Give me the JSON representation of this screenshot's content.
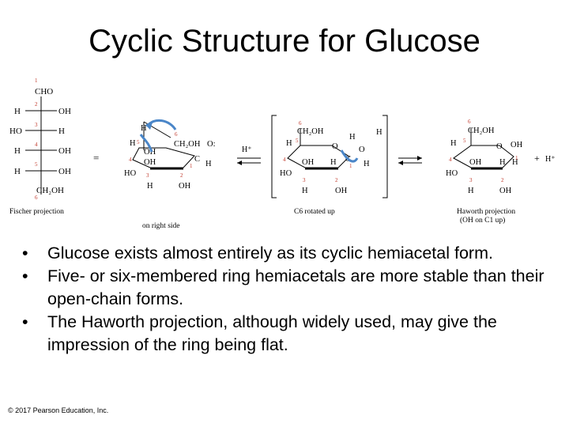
{
  "slide": {
    "title": "Cyclic Structure for Glucose",
    "bullets": [
      "Glucose exists almost entirely as its cyclic hemiacetal form.",
      "Five- or six-membered ring hemiacetals are more stable than their open-chain forms.",
      "The Haworth projection, although widely used, may give the impression of the ring being flat."
    ],
    "bullet_symbol": "•",
    "copyright": "© 2017 Pearson Education, Inc."
  },
  "figure": {
    "fischer": {
      "rows": [
        {
          "num": "1",
          "left": "",
          "right": "CHO"
        },
        {
          "num": "2",
          "left": "H",
          "right": "OH"
        },
        {
          "num": "3",
          "left": "HO",
          "right": "H"
        },
        {
          "num": "4",
          "left": "H",
          "right": "OH"
        },
        {
          "num": "5",
          "left": "H",
          "right": "OH"
        },
        {
          "num": "6",
          "left": "",
          "right": "CH₂OH"
        }
      ],
      "caption": "Fischer projection"
    },
    "equals": "=",
    "step2_caption": "on right side",
    "step3_caption": "C6 rotated up",
    "step4_caption_line1": "Haworth projection",
    "step4_caption_line2": "(OH on C1 up)",
    "h_plus": "H⁺",
    "plus": "+",
    "colors": {
      "arrow": "#4a86c8",
      "ring_bond": "#000000",
      "numbers": "#c0392b"
    }
  }
}
